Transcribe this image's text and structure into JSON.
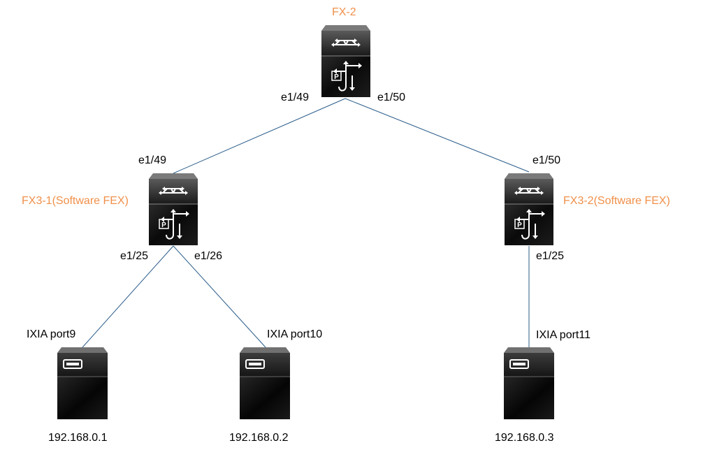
{
  "colors": {
    "link": "#2a5c8a",
    "device_label": "#f0904a",
    "device_body": "#0d0d0d"
  },
  "devices": {
    "fx2": {
      "name": "FX-2",
      "icon": "switch-icon"
    },
    "fx3_1": {
      "name": "FX3-1(Software FEX)",
      "icon": "switch-icon"
    },
    "fx3_2": {
      "name": "FX3-2(Software FEX)",
      "icon": "switch-icon"
    },
    "host1": {
      "port_label": "IXIA port9",
      "ip": "192.168.0.1",
      "icon": "server-icon"
    },
    "host2": {
      "port_label": "IXIA port10",
      "ip": "192.168.0.2",
      "icon": "server-icon"
    },
    "host3": {
      "port_label": "IXIA port11",
      "ip": "192.168.0.3",
      "icon": "server-icon"
    }
  },
  "ports": {
    "fx2_left": "e1/49",
    "fx2_right": "e1/50",
    "fx3_1_up": "e1/49",
    "fx3_1_left": "e1/25",
    "fx3_1_right": "e1/26",
    "fx3_2_up": "e1/50",
    "fx3_2_down": "e1/25"
  },
  "links": [
    {
      "from": "FX-2",
      "from_port": "e1/49",
      "to": "FX3-1(Software FEX)",
      "to_port": "e1/49"
    },
    {
      "from": "FX-2",
      "from_port": "e1/50",
      "to": "FX3-2(Software FEX)",
      "to_port": "e1/50"
    },
    {
      "from": "FX3-1(Software FEX)",
      "from_port": "e1/25",
      "to": "IXIA port9"
    },
    {
      "from": "FX3-1(Software FEX)",
      "from_port": "e1/26",
      "to": "IXIA port10"
    },
    {
      "from": "FX3-2(Software FEX)",
      "from_port": "e1/25",
      "to": "IXIA port11"
    }
  ]
}
